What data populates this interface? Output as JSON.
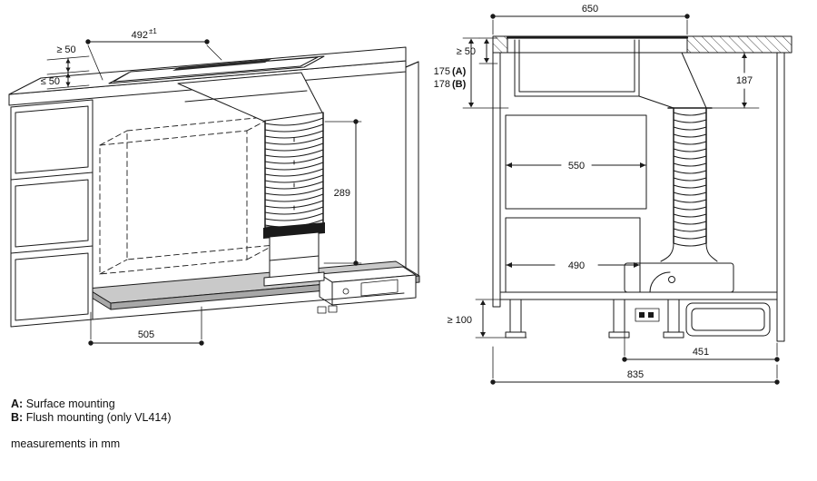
{
  "colors": {
    "line": "#1a1a1a",
    "board_shade": "#c9c9c9",
    "board_edge": "#a8a8a8",
    "slot_dark": "#2b2b2b"
  },
  "left_view": {
    "dims": {
      "top_clearance": "≥ 50",
      "counter_thickness": "≤ 50",
      "cutout_width": "492",
      "cutout_tolerance": "±1",
      "duct_height": "289",
      "base_depth": "505"
    }
  },
  "right_view": {
    "dims": {
      "counter_depth": "650",
      "rear_clearance": "≥ 50",
      "mount_depth_a_value": "175",
      "mount_depth_a_key": "(A)",
      "mount_depth_b_value": "178",
      "mount_depth_b_key": "(B)",
      "duct_drop": "187",
      "upper_cavity": "550",
      "lower_cavity": "490",
      "plinth_height": "≥ 100",
      "blower_width": "451",
      "total_depth": "835"
    }
  },
  "legend": {
    "a_key": "A:",
    "a_text": "Surface mounting",
    "b_key": "B:",
    "b_text": "Flush mounting (only VL414)",
    "units": "measurements in mm"
  }
}
